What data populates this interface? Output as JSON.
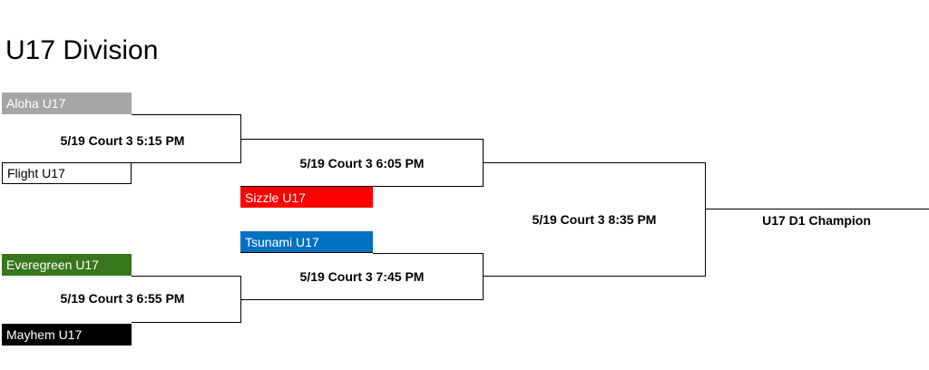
{
  "title": "U17 Division",
  "teams": {
    "aloha": "Aloha U17",
    "flight": "Flight U17",
    "sizzle": "Sizzle U17",
    "tsunami": "Tsunami U17",
    "everegreen": "Everegreen U17",
    "mayhem": "Mayhem U17"
  },
  "games": {
    "game1": "5/19 Court 3 5:15 PM",
    "game2": "5/19 Court 3 6:05 PM",
    "game3": "5/19 Court 3 6:55 PM",
    "game4": "5/19 Court 3 7:45 PM",
    "final": "5/19 Court 3 8:35 PM"
  },
  "champion": "U17 D1 Champion",
  "colors": {
    "aloha": "#a6a6a6",
    "flight": "#ffffff",
    "sizzle": "#ff0000",
    "tsunami": "#0070c0",
    "everegreen": "#38761d",
    "mayhem": "#000000"
  }
}
